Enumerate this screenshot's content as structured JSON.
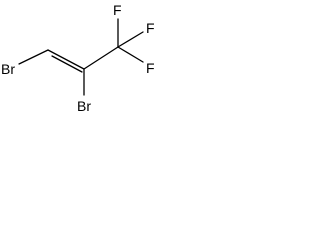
{
  "molecule": {
    "atoms": {
      "br1": "Br",
      "br2": "Br",
      "f1": "F",
      "f2": "F",
      "f3": "F"
    },
    "bonds": [
      {
        "from": "br1",
        "to": "c1",
        "order": 1
      },
      {
        "from": "c1",
        "to": "c2",
        "order": 2
      },
      {
        "from": "c2",
        "to": "br2",
        "order": 1
      },
      {
        "from": "c2",
        "to": "c3",
        "order": 1
      },
      {
        "from": "c3",
        "to": "f1",
        "order": 1
      },
      {
        "from": "c3",
        "to": "f2",
        "order": 1
      },
      {
        "from": "c3",
        "to": "f3",
        "order": 1
      }
    ]
  }
}
